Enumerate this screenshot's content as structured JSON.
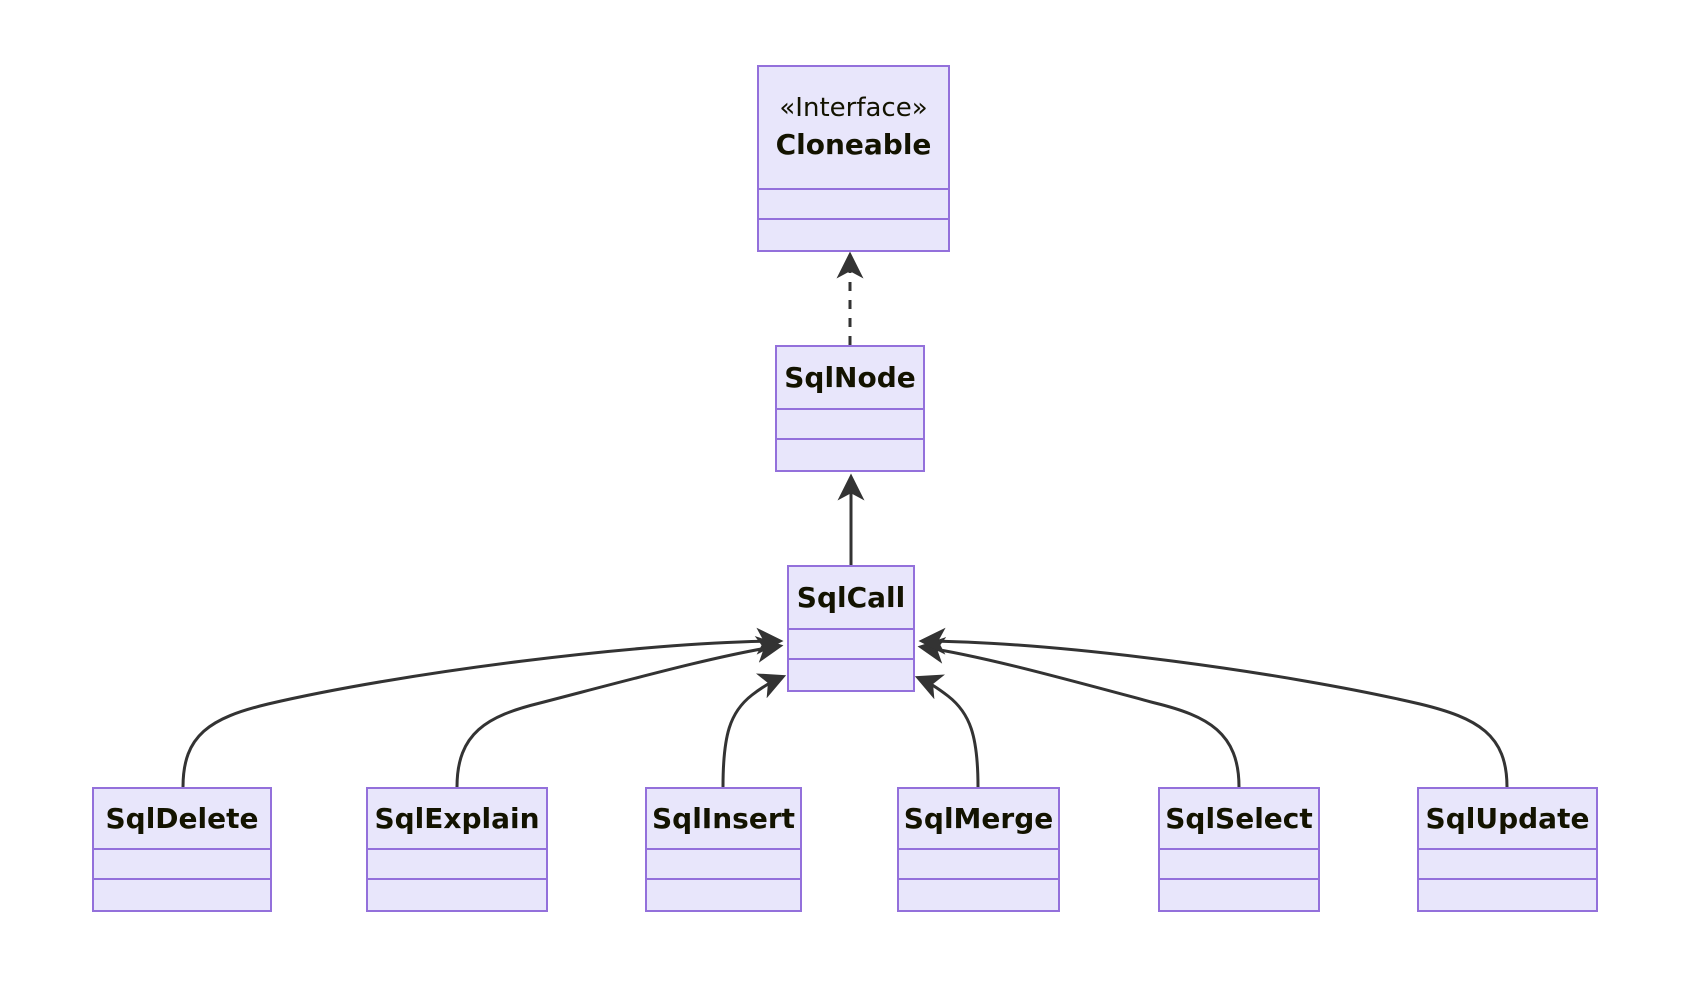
{
  "diagram": {
    "type": "uml-class-diagram",
    "title": "",
    "background_color": "#ffffff",
    "node_fill_color": "#e8e6fb",
    "node_border_color": "#9370db",
    "text_color": "#131300",
    "edge_color": "#333333"
  },
  "classes": [
    {
      "id": "cloneable",
      "stereotype": "«Interface»",
      "name": "Cloneable",
      "attributes": [],
      "methods": []
    },
    {
      "id": "sqlnode",
      "stereotype": "",
      "name": "SqlNode",
      "attributes": [],
      "methods": []
    },
    {
      "id": "sqlcall",
      "stereotype": "",
      "name": "SqlCall",
      "attributes": [],
      "methods": []
    },
    {
      "id": "sqldelete",
      "stereotype": "",
      "name": "SqlDelete",
      "attributes": [],
      "methods": []
    },
    {
      "id": "sqlexplain",
      "stereotype": "",
      "name": "SqlExplain",
      "attributes": [],
      "methods": []
    },
    {
      "id": "sqlinsert",
      "stereotype": "",
      "name": "SqlInsert",
      "attributes": [],
      "methods": []
    },
    {
      "id": "sqlmerge",
      "stereotype": "",
      "name": "SqlMerge",
      "attributes": [],
      "methods": []
    },
    {
      "id": "sqlselect",
      "stereotype": "",
      "name": "SqlSelect",
      "attributes": [],
      "methods": []
    },
    {
      "id": "sqlupdate",
      "stereotype": "",
      "name": "SqlUpdate",
      "attributes": [],
      "methods": []
    }
  ],
  "relationships": [
    {
      "from": "sqlnode",
      "to": "cloneable",
      "type": "realization",
      "line": "dashed",
      "arrow": "triangle",
      "label": ""
    },
    {
      "from": "sqlcall",
      "to": "sqlnode",
      "type": "inheritance",
      "line": "solid",
      "arrow": "triangle",
      "label": ""
    },
    {
      "from": "sqldelete",
      "to": "sqlcall",
      "type": "inheritance",
      "line": "solid",
      "arrow": "triangle",
      "label": ""
    },
    {
      "from": "sqlexplain",
      "to": "sqlcall",
      "type": "inheritance",
      "line": "solid",
      "arrow": "triangle",
      "label": ""
    },
    {
      "from": "sqlinsert",
      "to": "sqlcall",
      "type": "inheritance",
      "line": "solid",
      "arrow": "triangle",
      "label": ""
    },
    {
      "from": "sqlmerge",
      "to": "sqlcall",
      "type": "inheritance",
      "line": "solid",
      "arrow": "triangle",
      "label": ""
    },
    {
      "from": "sqlselect",
      "to": "sqlcall",
      "type": "inheritance",
      "line": "solid",
      "arrow": "triangle",
      "label": ""
    },
    {
      "from": "sqlupdate",
      "to": "sqlcall",
      "type": "inheritance",
      "line": "solid",
      "arrow": "triangle",
      "label": ""
    }
  ]
}
